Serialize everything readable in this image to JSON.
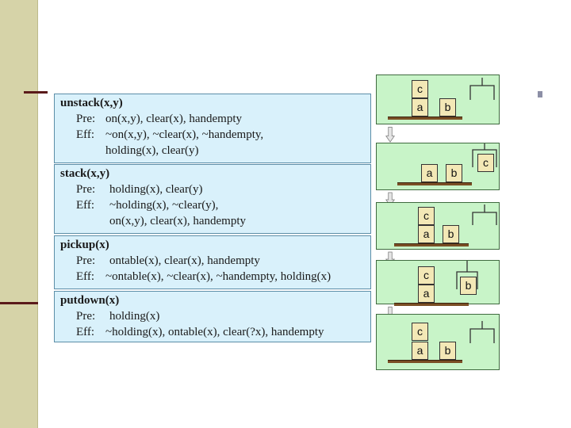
{
  "operators": [
    {
      "name": "unstack(x,y)",
      "pre_label": "Pre:",
      "pre": "on(x,y), clear(x), handempty",
      "eff_label": "Eff:",
      "eff": [
        "~on(x,y), ~clear(x), ~handempty,",
        "holding(x), clear(y)"
      ]
    },
    {
      "name": "stack(x,y)",
      "pre_label": "Pre:",
      "pre": "holding(x), clear(y)",
      "eff_label": "Eff:",
      "eff": [
        "~holding(x), ~clear(y),",
        "on(x,y), clear(x), handempty"
      ]
    },
    {
      "name": "pickup(x)",
      "pre_label": "Pre:",
      "pre": "ontable(x), clear(x), handempty",
      "eff_label": "Eff:",
      "eff": [
        "~ontable(x), ~clear(x), ~handempty, holding(x)"
      ]
    },
    {
      "name": "putdown(x)",
      "pre_label": "Pre:",
      "pre": "holding(x)",
      "eff_label": "Eff:",
      "eff": [
        "~holding(x), ontable(x), clear(?x), handempty"
      ]
    }
  ],
  "states": [
    {
      "blocks": [
        "c",
        "a",
        "b"
      ],
      "held": ""
    },
    {
      "blocks": [
        "a",
        "b"
      ],
      "held": "c"
    },
    {
      "blocks": [
        "c",
        "a",
        "b"
      ],
      "held": ""
    },
    {
      "blocks": [
        "c",
        "a"
      ],
      "held": "b"
    },
    {
      "blocks": [
        "c",
        "a",
        "b"
      ],
      "held": ""
    }
  ],
  "colors": {
    "operator_box": "#d9f1fb",
    "state_panel": "#c8f4c8",
    "block_fill": "#f3e8b6",
    "table": "#7a4e24",
    "sidebar": "#d6d3a8"
  }
}
